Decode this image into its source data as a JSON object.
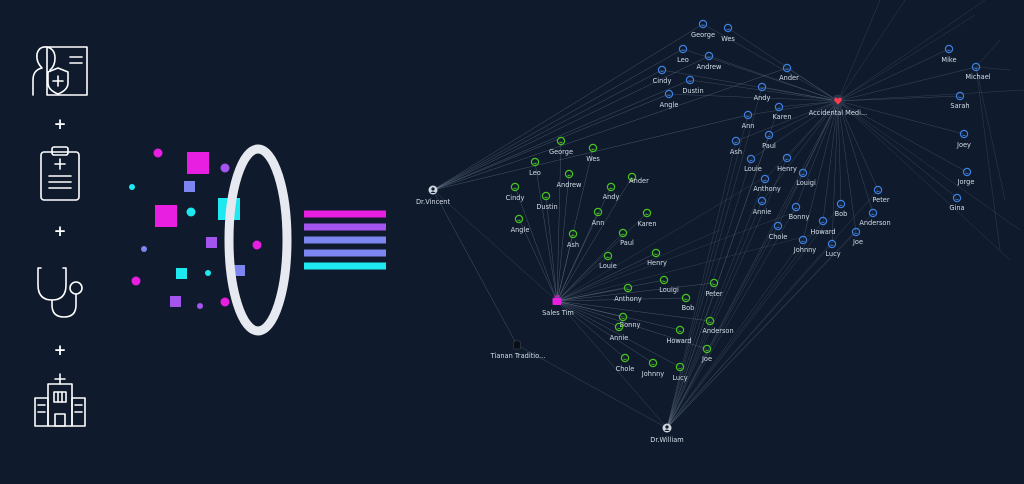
{
  "colors": {
    "background": "#0f1b2c",
    "edge": "#7f8ea3",
    "node_blue": "#3f7fe0",
    "node_green": "#49c41f",
    "hub_magenta": "#e81ee0",
    "hub_heart": "#ff3b4e",
    "hub_person": "#cfd6df",
    "magenta": "#e81ee0",
    "cyan": "#1ee8f0",
    "purple": "#a455f0",
    "periwinkle": "#7d86f0",
    "white": "#ffffff"
  },
  "left_panel": {
    "icons": [
      "medical-record-icon",
      "clipboard-icon",
      "stethoscope-icon",
      "hospital-icon"
    ],
    "plus_sign": "+"
  },
  "graph": {
    "hubs": [
      {
        "id": "vincent",
        "label": "Dr.Vincent",
        "kind": "person",
        "icon": "doctor-icon"
      },
      {
        "id": "sales",
        "label": "Sales Tim",
        "kind": "sales",
        "icon": "briefcase-icon"
      },
      {
        "id": "tianan",
        "label": "Tianan Traditio...",
        "kind": "company",
        "icon": "building-icon"
      },
      {
        "id": "william",
        "label": "Dr.William",
        "kind": "person",
        "icon": "doctor-icon"
      },
      {
        "id": "accident",
        "label": "Accidental Medi...",
        "kind": "insurance",
        "icon": "heart-icon"
      }
    ],
    "blue_nodes": [
      {
        "label": "George"
      },
      {
        "label": "Wes"
      },
      {
        "label": "Leo"
      },
      {
        "label": "Andrew"
      },
      {
        "label": "Cindy"
      },
      {
        "label": "Dustin"
      },
      {
        "label": "Angle"
      },
      {
        "label": "Ander"
      },
      {
        "label": "Andy"
      },
      {
        "label": "Karen"
      },
      {
        "label": "Ann"
      },
      {
        "label": "Ash"
      },
      {
        "label": "Paul"
      },
      {
        "label": "Louie"
      },
      {
        "label": "Henry"
      },
      {
        "label": "Anthony"
      },
      {
        "label": "Louigi"
      },
      {
        "label": "Annie"
      },
      {
        "label": "Bonny"
      },
      {
        "label": "Bob"
      },
      {
        "label": "Peter"
      },
      {
        "label": "Chole"
      },
      {
        "label": "Howard"
      },
      {
        "label": "Anderson"
      },
      {
        "label": "Johnny"
      },
      {
        "label": "Lucy"
      },
      {
        "label": "Joe"
      },
      {
        "label": "Mike"
      },
      {
        "label": "Michael"
      },
      {
        "label": "Sarah"
      },
      {
        "label": "Joey"
      },
      {
        "label": "Jorge"
      },
      {
        "label": "Gina"
      }
    ],
    "green_nodes": [
      {
        "label": "George"
      },
      {
        "label": "Wes"
      },
      {
        "label": "Leo"
      },
      {
        "label": "Andrew"
      },
      {
        "label": "Cindy"
      },
      {
        "label": "Dustin"
      },
      {
        "label": "Andy"
      },
      {
        "label": "Ander"
      },
      {
        "label": "Angle"
      },
      {
        "label": "Ann"
      },
      {
        "label": "Karen"
      },
      {
        "label": "Ash"
      },
      {
        "label": "Paul"
      },
      {
        "label": "Louie"
      },
      {
        "label": "Henry"
      },
      {
        "label": "Louigi"
      },
      {
        "label": "Anthony"
      },
      {
        "label": "Peter"
      },
      {
        "label": "Bob"
      },
      {
        "label": "Bonny"
      },
      {
        "label": "Annie"
      },
      {
        "label": "Anderson"
      },
      {
        "label": "Howard"
      },
      {
        "label": "Joe"
      },
      {
        "label": "Chole"
      },
      {
        "label": "Johnny"
      },
      {
        "label": "Lucy"
      }
    ]
  }
}
